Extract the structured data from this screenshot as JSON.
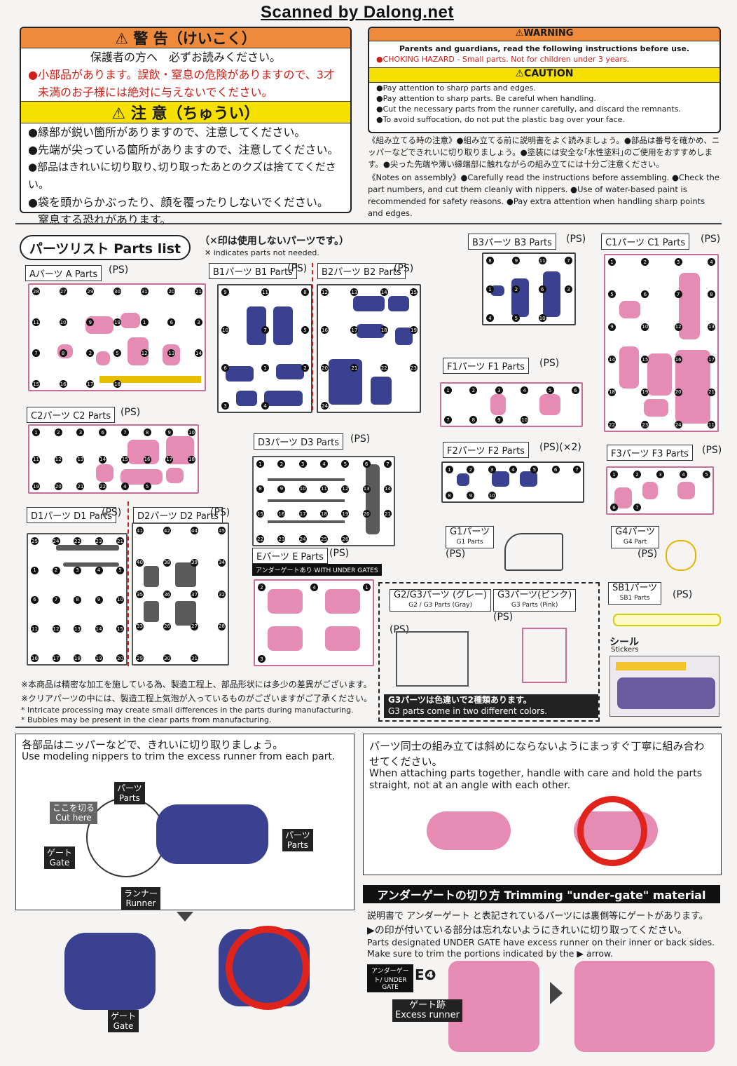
{
  "watermark": "Scanned by Dalong.net",
  "jp_warning": {
    "title": "⚠ 警 告（けいこく）",
    "line1": "保護者の方へ　必ずお読みください。",
    "line2": "●小部品があります。誤飲・窒息の危険がありますので、3才",
    "line3": "未満のお子様には絶対に与えないでください。",
    "caution_title": "⚠ 注 意（ちゅうい）",
    "c1": "●縁部が鋭い箇所がありますので、注意してください。",
    "c2": "●先端が尖っている箇所がありますので、注意してください。",
    "c3": "●部品はきれいに切り取り､切り取ったあとのクズは捨ててください。",
    "c4": "●袋を頭からかぶったり、顔を覆ったりしないでください。",
    "c5": "窒息する恐れがあります。"
  },
  "en_warning": {
    "title": "⚠WARNING",
    "guardians": "Parents and guardians, read the following instructions before use.",
    "choking": "●CHOKING HAZARD - Small parts. Not for children under 3 years.",
    "caution_title": "⚠CAUTION",
    "c1": "●Pay attention to sharp parts and edges.",
    "c2": "●Pay attention to sharp parts. Be careful when handling.",
    "c3": "●Cut the necessary parts from the runner carefully, and discard the remnants.",
    "c4": "●To avoid suffocation, do not put the plastic bag over your face."
  },
  "notes": {
    "jp": "《組み立てる時の注意》●組み立てる前に説明書をよく読みましょう。●部品は番号を確かめ、ニッパーなどできれいに切り取りましょう。●塗装には安全な｢水性塗料｣のご使用をおすすめします。●尖った先端や薄い縁端部に触れながらの組み立てには十分ご注意ください。",
    "en": "《Notes on assembly》●Carefully read the instructions before assembling. ●Check the part numbers, and cut them cleanly with nippers. ●Use of water-based paint is recommended for safety reasons. ●Pay extra attention when handling sharp points and edges."
  },
  "parts_list": {
    "title": "パーツリスト Parts list",
    "note_jp": "（✕印は使用しないパーツです。）",
    "note_en": "✕ indicates parts not needed.",
    "A": "Aパーツ A Parts",
    "B1": "B1パーツ B1 Parts",
    "B2": "B2パーツ B2 Parts",
    "B3": "B3パーツ B3 Parts",
    "C1": "C1パーツ C1 Parts",
    "C2": "C2パーツ C2 Parts",
    "D1": "D1パーツ D1 Parts",
    "D2": "D2パーツ D2 Parts",
    "D3": "D3パーツ D3 Parts",
    "E": "Eパーツ E Parts",
    "E_sub": "アンダーゲートあり WITH UNDER GATES",
    "F1": "F1パーツ F1 Parts",
    "F2": "F2パーツ F2 Parts",
    "F2_mult": "(PS)(×2)",
    "F3": "F3パーツ F3 Parts",
    "G1": "G1パーツ",
    "G1_en": "G1 Parts",
    "G4": "G4パーツ",
    "G4_en": "G4 Part",
    "G2G3": "G2/G3パーツ (グレー)",
    "G2G3_en": "G2 / G3 Parts (Gray)",
    "G3": "G3パーツ(ピンク)",
    "G3_en": "G3 Parts (Pink)",
    "G3_note_jp": "G3パーツは色違いで2種類あります。",
    "G3_note_en": "G3 parts come in two different colors.",
    "SB1": "SB1パーツ",
    "SB1_en": "SB1 Parts",
    "stickers": "シール",
    "stickers_en": "Stickers",
    "ps": "(PS)",
    "disclaimer1": "※本商品は精密な加工を施している為、製造工程上、部品形状には多少の差異がございます。",
    "disclaimer2": "※クリアパーツの中には、製造工程上気泡が入っているものがございますがご了承ください。",
    "disclaimer3": "* Intricate processing may create small differences in the parts during manufacturing.",
    "disclaimer4": "* Bubbles may be present in the clear parts from manufacturing."
  },
  "nipper": {
    "jp": "各部品はニッパーなどで、きれいに切り取りましょう。",
    "en": "Use modeling nippers to trim the excess runner from each part.",
    "parts_jp": "パーツ",
    "parts_en": "Parts",
    "cut_jp": "ここを切る",
    "cut_en": "Cut here",
    "gate_jp": "ゲート",
    "gate_en": "Gate",
    "runner_jp": "ランナー",
    "runner_en": "Runner"
  },
  "attach": {
    "jp1": "パーツ同士の組み立ては斜めにならないようにまっすぐ丁寧に組み合わ",
    "jp2": "せてください。",
    "en": "When attaching parts together, handle with care and hold the parts straight, not at an angle with each other."
  },
  "undergate": {
    "title": "アンダーゲートの切り方 Trimming \"under-gate\" material",
    "jp1": "説明書で アンダーゲート と表記されているパーツには裏側等にゲートがあります。",
    "jp2": "▶の印が付いている部分は忘れないようにきれいに切り取ってください。",
    "en": "Parts designated UNDER GATE have excess runner on their inner or back sides. Make sure to trim the portions indicated by the ▶ arrow.",
    "badge": "アンダーゲート/ UNDER GATE",
    "label": "E❹",
    "trace_jp": "ゲート跡",
    "trace_en": "Excess runner"
  },
  "nums": {
    "a": [
      "28",
      "27",
      "29",
      "30",
      "31",
      "20",
      "21",
      "11",
      "10",
      "9",
      "19",
      "1",
      "6",
      "3",
      "7",
      "8",
      "2",
      "5",
      "12",
      "13",
      "14",
      "15",
      "16",
      "17",
      "18"
    ],
    "b1": [
      "9",
      "11",
      "8",
      "10",
      "7",
      "5",
      "6",
      "1",
      "2",
      "3",
      "4"
    ],
    "b2": [
      "12",
      "13",
      "14",
      "15",
      "16",
      "17",
      "18",
      "19",
      "20",
      "21",
      "22",
      "23",
      "24"
    ],
    "b3": [
      "8",
      "9",
      "11",
      "7",
      "1",
      "2",
      "6",
      "3",
      "4",
      "5",
      "10"
    ],
    "c1": [
      "1",
      "2",
      "3",
      "4",
      "5",
      "6",
      "7",
      "8",
      "9",
      "10",
      "12",
      "13",
      "14",
      "15",
      "16",
      "17",
      "18",
      "19",
      "20",
      "21",
      "22",
      "23",
      "24",
      "11"
    ],
    "c2": [
      "1",
      "2",
      "3",
      "6",
      "7",
      "8",
      "9",
      "10",
      "11",
      "12",
      "13",
      "14",
      "15",
      "16",
      "17",
      "18",
      "19",
      "20",
      "21",
      "22",
      "4",
      "5"
    ],
    "d3": [
      "1",
      "2",
      "3",
      "4",
      "5",
      "6",
      "7",
      "8",
      "9",
      "10",
      "11",
      "12",
      "13",
      "14",
      "15",
      "16",
      "17",
      "18",
      "19",
      "20",
      "21",
      "22",
      "23",
      "24",
      "25",
      "26"
    ],
    "e": [
      "2",
      "4",
      "1",
      "3"
    ],
    "f1": [
      "1",
      "2",
      "3",
      "4",
      "5",
      "6",
      "7",
      "8",
      "9",
      "10"
    ],
    "f2": [
      "1",
      "2",
      "3",
      "4",
      "5",
      "6",
      "7",
      "8",
      "9",
      "10"
    ],
    "f3": [
      "1",
      "2",
      "3",
      "4",
      "5",
      "6",
      "7"
    ],
    "d1": [
      "25",
      "24",
      "22",
      "23",
      "21",
      "1",
      "2",
      "3",
      "4",
      "5",
      "6",
      "7",
      "8",
      "9",
      "10",
      "11",
      "12",
      "13",
      "14",
      "15",
      "16",
      "17",
      "18",
      "19",
      "20"
    ],
    "d2": [
      "41",
      "42",
      "44",
      "45",
      "40",
      "38",
      "39",
      "34",
      "35",
      "36",
      "37",
      "32",
      "33",
      "26",
      "27",
      "28",
      "29",
      "30",
      "31"
    ]
  }
}
